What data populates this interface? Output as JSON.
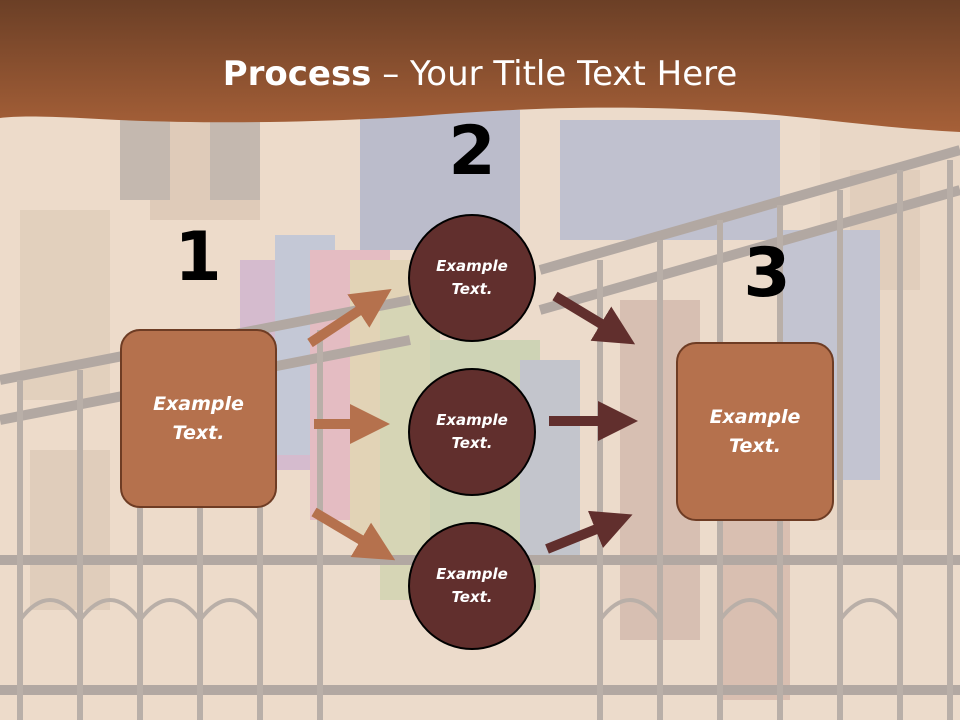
{
  "title": {
    "bold": "Process",
    "rest": " – Your Title Text Here"
  },
  "steps": [
    {
      "number": "1",
      "text": "Example Text."
    },
    {
      "number": "2",
      "items": [
        {
          "text": "Example Text."
        },
        {
          "text": "Example Text."
        },
        {
          "text": "Example Text."
        }
      ]
    },
    {
      "number": "3",
      "text": "Example Text."
    }
  ],
  "colors": {
    "header": "#a05a34",
    "box_fill": "#b5714d",
    "circle_fill": "#612f2d",
    "arrow_light": "#b5714d",
    "arrow_dark": "#612f2d"
  }
}
